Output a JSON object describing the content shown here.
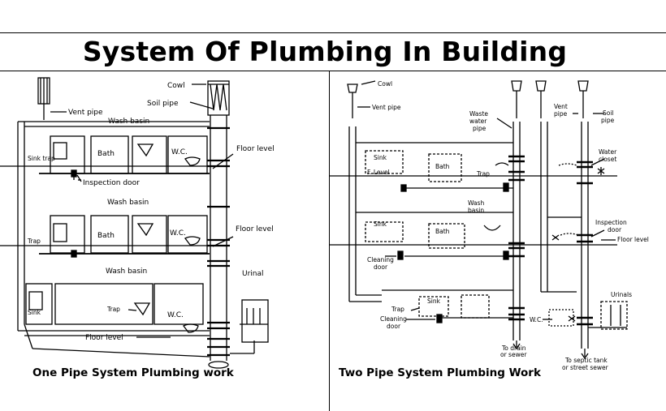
{
  "title": "System Of Plumbing In Building",
  "left": {
    "caption": "One Pipe System Plumbing work",
    "labels": {
      "cowl": "Cowl",
      "soil_pipe": "Soil pipe",
      "vent_pipe": "Vent pipe",
      "wash_basin": "Wash basin",
      "sink_trap": "Sink trap",
      "sink": "Sink",
      "trap": "Trap",
      "bath": "Bath",
      "wc": "W.C.",
      "floor_level": "Floor level",
      "inspection_door": "Inspection door",
      "urinal": "Urinal"
    }
  },
  "right": {
    "caption": "Two Pipe System Plumbing Work",
    "labels": {
      "cowl": "Cowl",
      "vent_pipe": "Vent pipe",
      "waste_water_pipe_1": "Waste",
      "waste_water_pipe_2": "water",
      "waste_water_pipe_3": "pipe",
      "vent_pipe_2_1": "Vent",
      "vent_pipe_2_2": "pipe",
      "soil_pipe_1": "Soil",
      "soil_pipe_2": "pipe",
      "sink": "Sink",
      "bath": "Bath",
      "trap": "Trap",
      "f_level": "F. Level",
      "water_closet_1": "Water",
      "water_closet_2": "closet",
      "wash_basin_1": "Wash",
      "wash_basin_2": "basin",
      "inspection_door_1": "Inspection",
      "inspection_door_2": "door",
      "floor_level": "Floor level",
      "cleaning_door_1": "Cleaning",
      "cleaning_door_2": "door",
      "urinals": "Urinals",
      "wc": "W.C.",
      "to_drain_1": "To drain",
      "to_drain_2": "or sewer",
      "septic_1": "To septic tank",
      "septic_2": "or street sewer"
    }
  }
}
